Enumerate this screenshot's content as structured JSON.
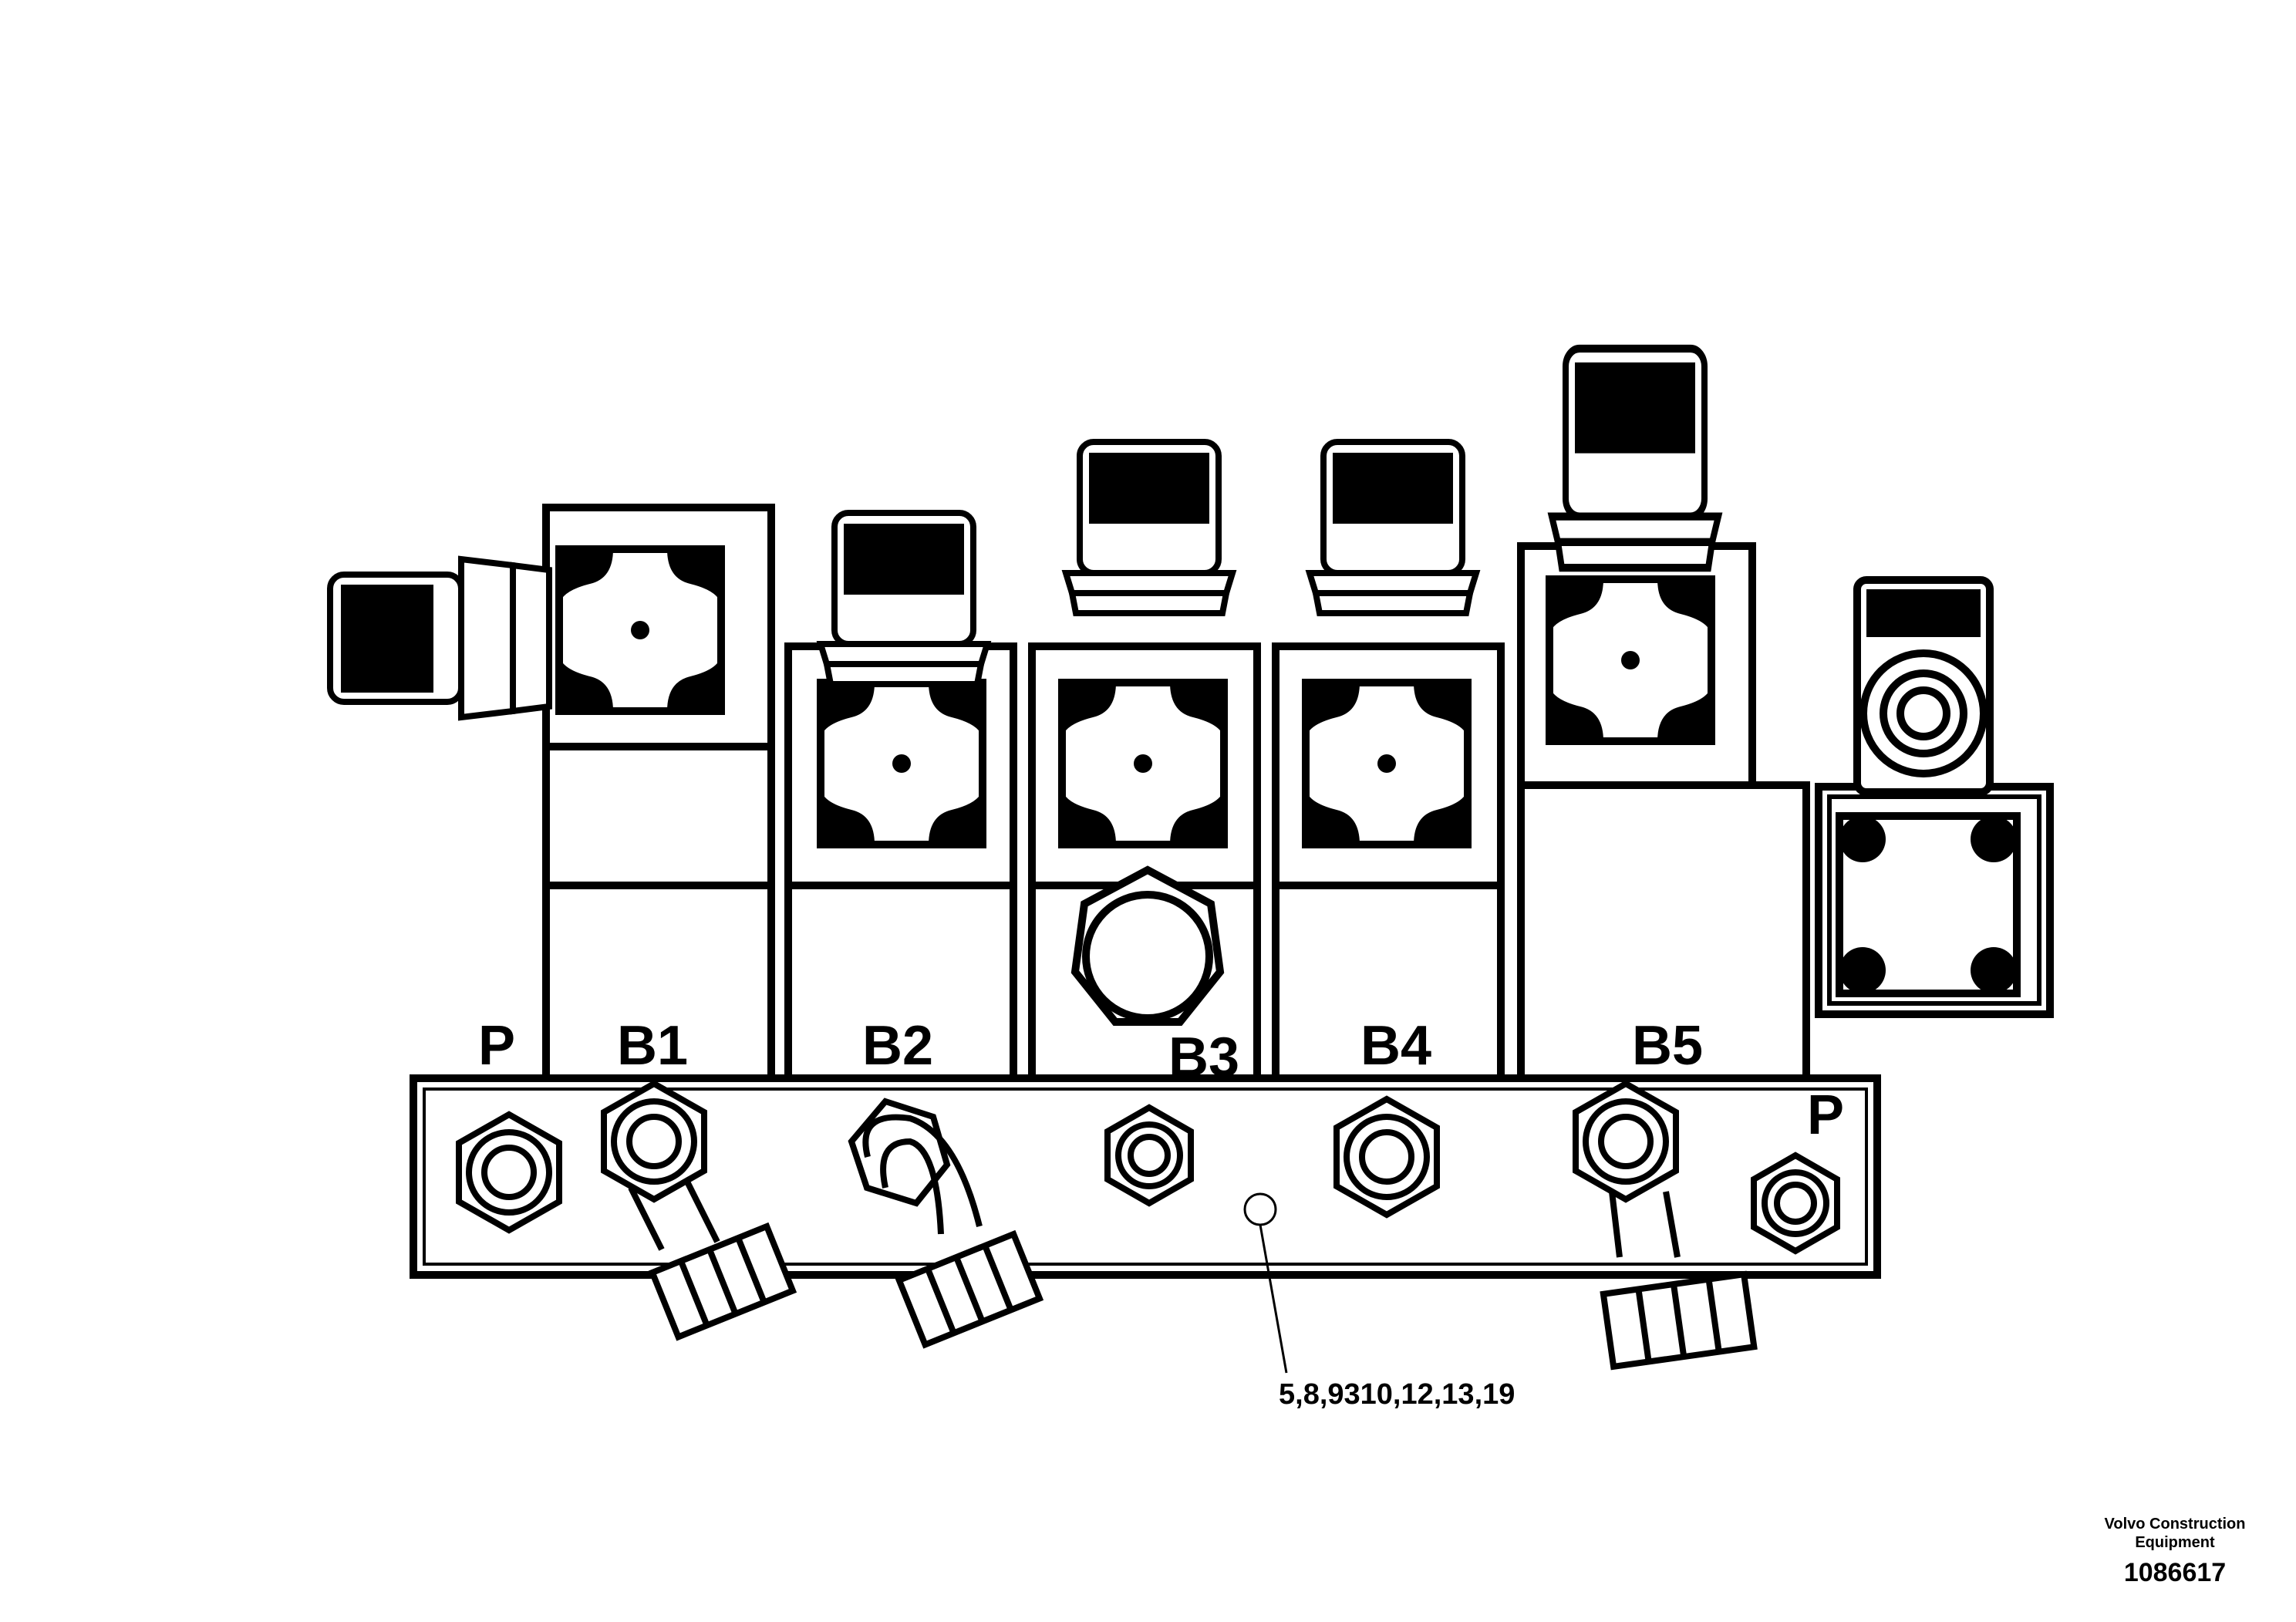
{
  "ports": {
    "p_left": "P",
    "b1": "B1",
    "b2": "B2",
    "b3": "B3",
    "b4": "B4",
    "b5": "B5",
    "p_right": "P"
  },
  "callout": "5,8,9310,12,13,19",
  "footer": {
    "brand_line1": "Volvo Construction",
    "brand_line2": "Equipment",
    "doc_number": "1086617"
  },
  "colors": {
    "ink": "#000000",
    "paper": "#ffffff"
  }
}
